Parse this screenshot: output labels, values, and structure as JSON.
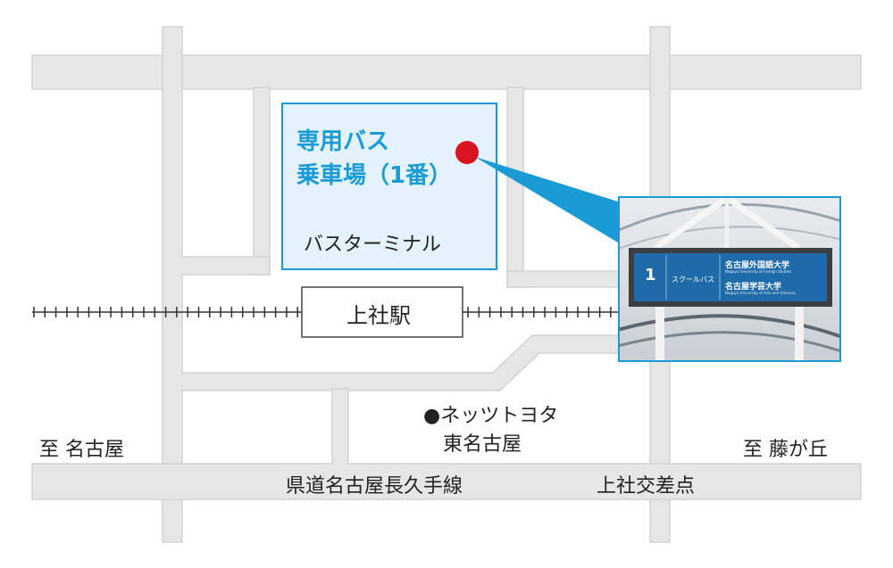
{
  "pickup": {
    "title_line1": "専用バス",
    "title_line2": "乗車場（1番）",
    "area_label": "バスターミナル"
  },
  "station": {
    "name": "上社駅"
  },
  "landmark": {
    "line1": "●ネッツトヨタ",
    "line2": "東名古屋"
  },
  "directions": {
    "left": "至 名古屋",
    "right": "至 藤が丘"
  },
  "road": {
    "name": "県道名古屋長久手線"
  },
  "intersection": {
    "name": "上社交差点"
  },
  "photo_sign": {
    "number": "1",
    "kind": "スクールバス",
    "dest1": "名古屋外国語大学",
    "dest1_en": "Nagoya University of Foreign Studies",
    "dest2": "名古屋学芸大学",
    "dest2_en": "Nagoya University of Arts and Sciences"
  },
  "colors": {
    "road": "#e6e6e4",
    "road_edge": "#d2d2d0",
    "terminal_fill": "#e4f3fb",
    "accent": "#1a9bd6",
    "marker": "#d7141f",
    "rail": "#333333",
    "sign": "#1f6aa8"
  }
}
